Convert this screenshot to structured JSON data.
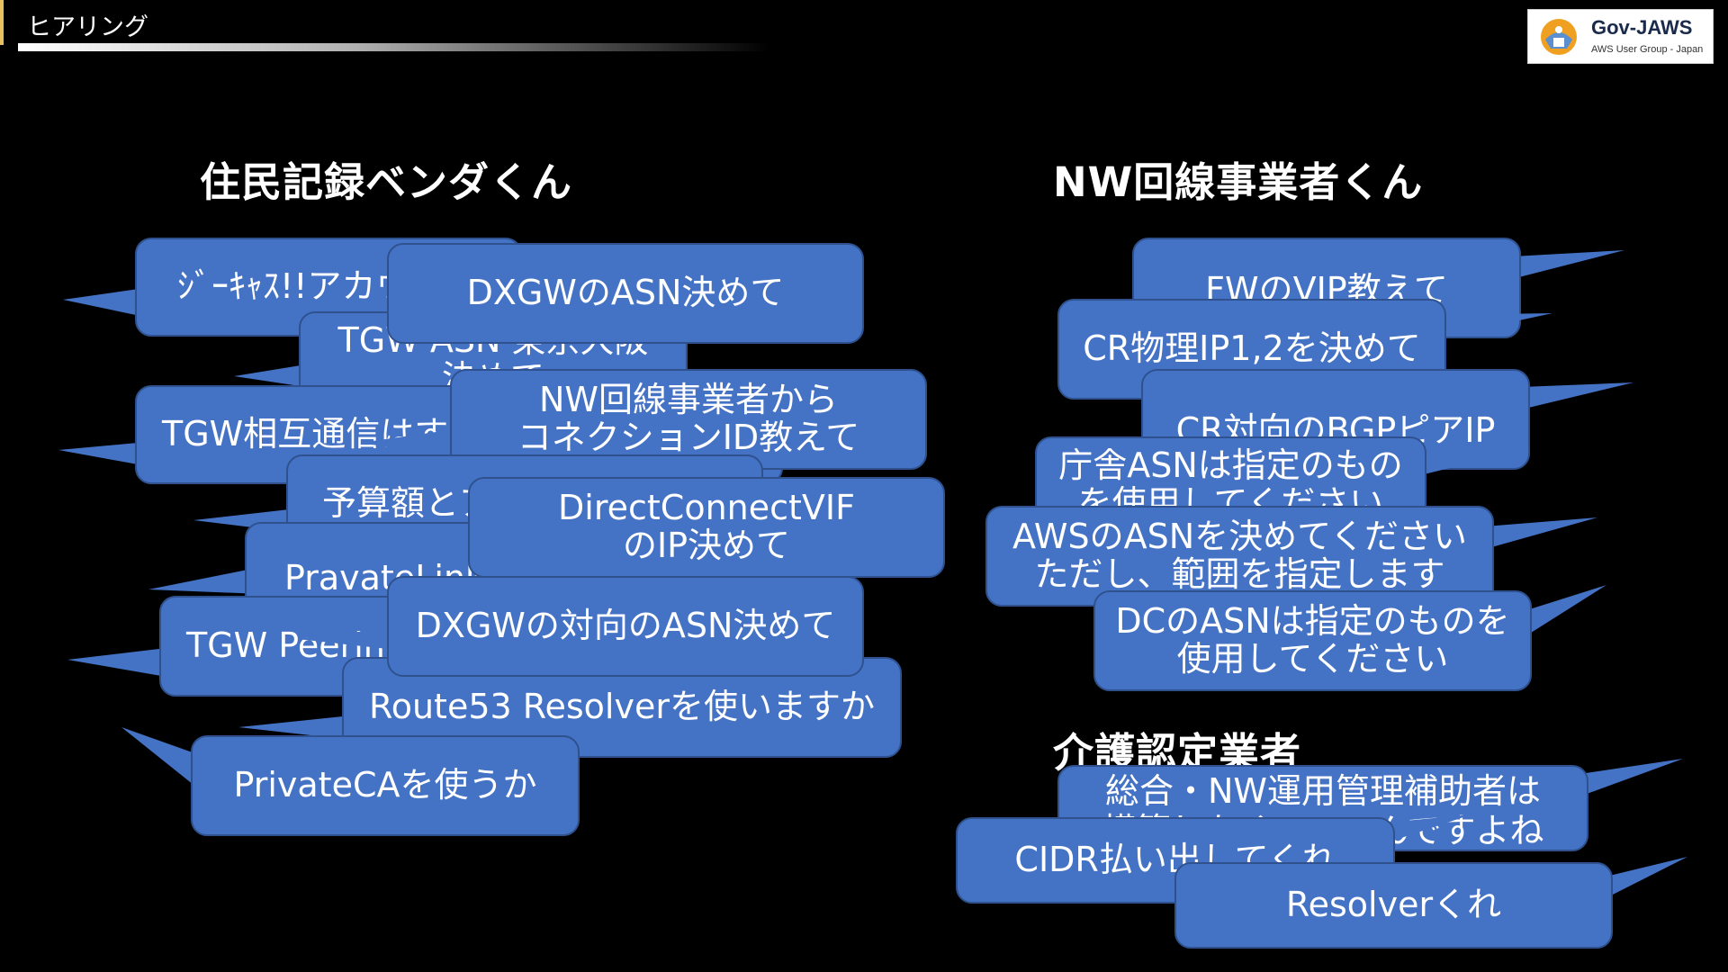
{
  "header": {
    "title": "ヒアリング",
    "logo_name": "Gov-JAWS",
    "logo_sub": "AWS User Group - Japan"
  },
  "sections": {
    "vendor": "住民記録ベンダくん",
    "nw": "NW回線事業者くん",
    "care": "介護認定業者"
  },
  "bubbles": {
    "gcast": "ｼﾞｰｷｬｽ!!アカウント",
    "dxgw_asn": "DXGWのASN決めて",
    "tgw_asn": "TGW ASN 東京大阪\n決めて",
    "tgw_mutual": "TGW相互通信はするか",
    "nw_conn_id": "NW回線事業者から\nコネクションID教えて",
    "budget": "予算額とアカウント",
    "dc_vif": "DirectConnectVIF\nのIP決めて",
    "privatelink": "PravateLink",
    "tgw_peering": "TGW Peering",
    "dxgw_peer_asn": "DXGWの対向のASN決めて",
    "r53_resolver": "Route53 Resolverを使いますか",
    "private_ca": "PrivateCAを使うか",
    "fw_vip": "FWのVIP教えて",
    "cr_ip": "CR物理IP1,2を決めて",
    "cr_bgp": "CR対向のBGPピアIP",
    "office_asn": "庁舎ASNは指定のもの\nを使用してください",
    "aws_asn": "AWSのASNを決めてください\nただし、範囲を指定します",
    "dc_asn": "DCのASNは指定のものを\n使用してください",
    "sogo_nw": "総合・NW運用管理補助者は\n構築しなくていいんですよね",
    "cidr": "CIDR払い出してくれ",
    "resolver": "Resolverくれ"
  },
  "colors": {
    "bubble_fill": "#4472c4",
    "bubble_border": "#2f528f",
    "background": "#000000",
    "accent": "#e8c060"
  }
}
